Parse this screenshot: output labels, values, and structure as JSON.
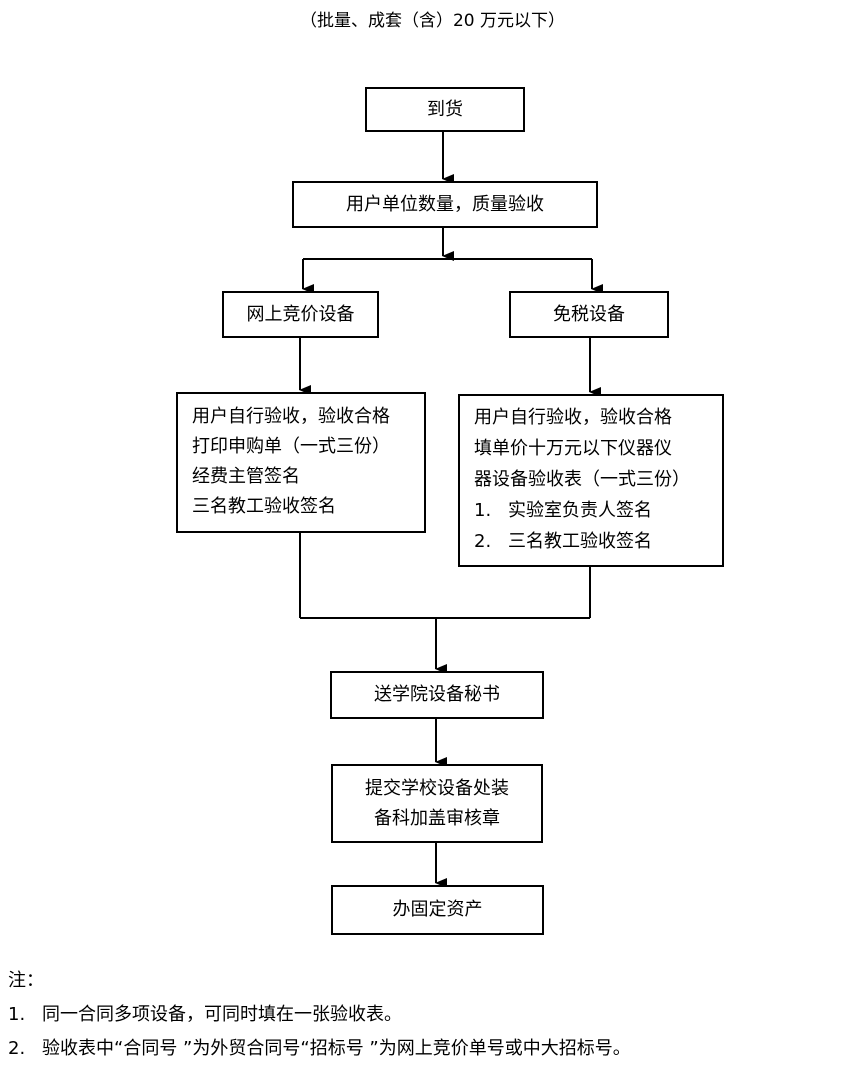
{
  "title": "（批量、成套（含）20 万元以下）",
  "nodes": {
    "arrival": "到货",
    "inspection": "用户单位数量，质量验收",
    "online_bidding": "网上竞价设备",
    "tax_exempt": "免税设备",
    "online_steps": [
      "用户自行验收，验收合格",
      "打印申购单（一式三份）",
      "经费主管签名",
      "三名教工验收签名"
    ],
    "tax_steps_intro": [
      "用户自行验收，验收合格",
      "填单价十万元以下仪器仪",
      "器设备验收表（一式三份）"
    ],
    "tax_steps_list": [
      {
        "num": "1.",
        "text": "实验室负责人签名"
      },
      {
        "num": "2.",
        "text": "三名教工验收签名"
      }
    ],
    "secretary": "送学院设备秘书",
    "submit": [
      "提交学校设备处装",
      "备科加盖审核章"
    ],
    "asset": "办固定资产"
  },
  "notes": {
    "heading": "注：",
    "items": [
      {
        "num": "1.",
        "text": "同一合同多项设备，可同时填在一张验收表。"
      },
      {
        "num": "2.",
        "text": "验收表中“合同号 ”为外贸合同号“招标号 ”为网上竞价单号或中大招标号。"
      }
    ]
  }
}
